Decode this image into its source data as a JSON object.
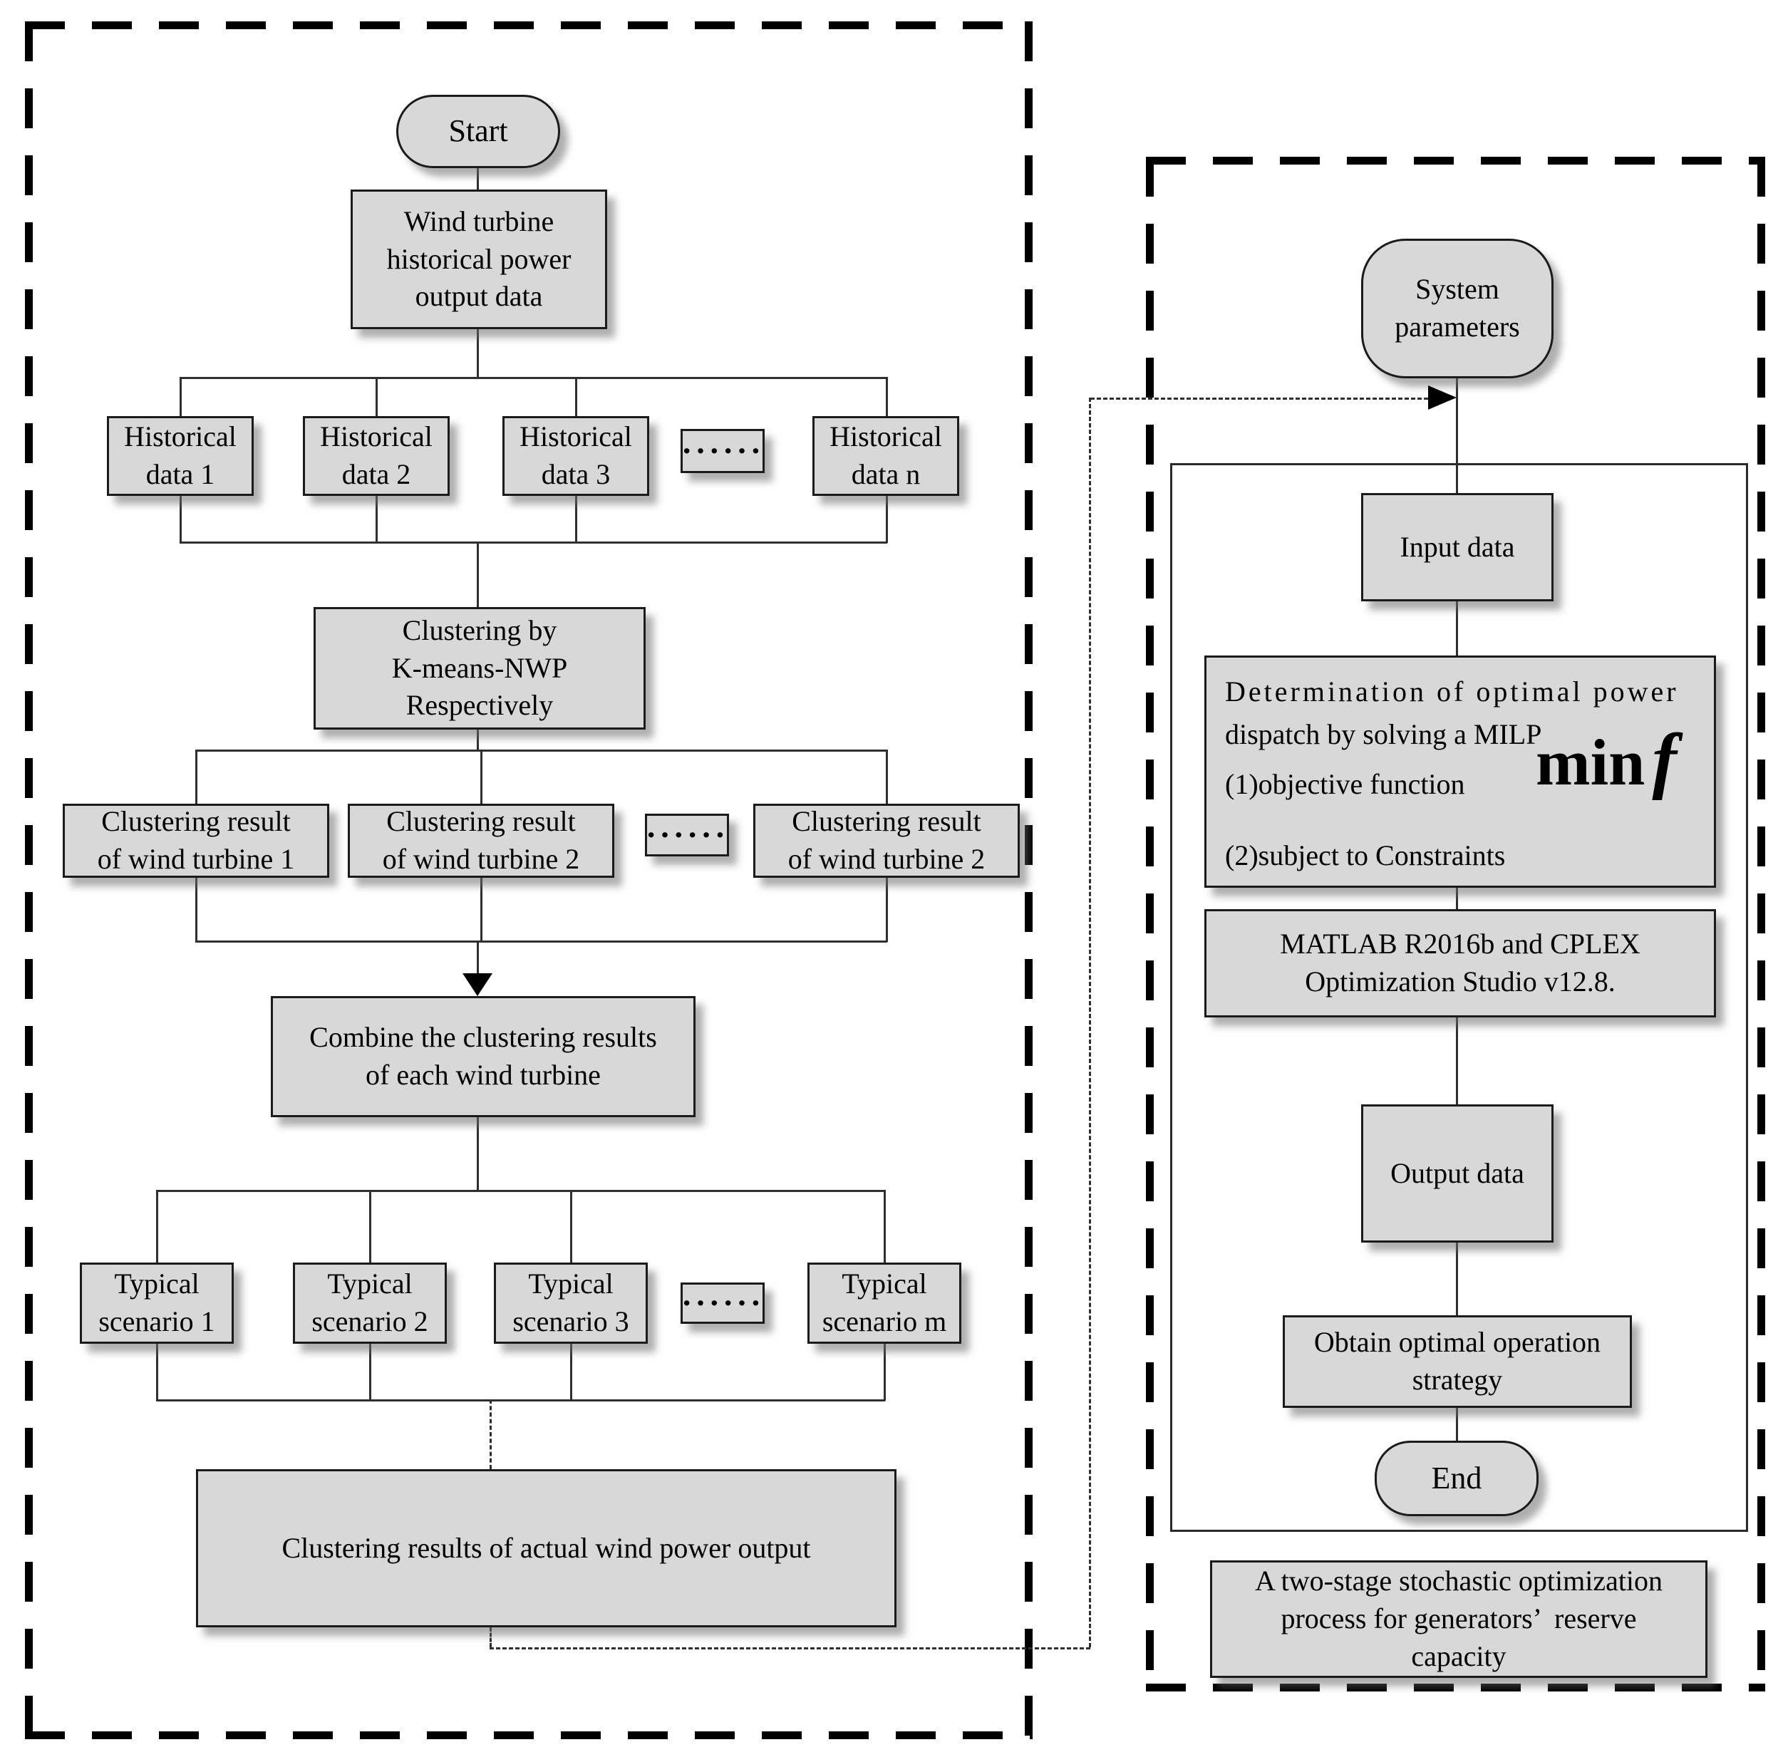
{
  "colors": {
    "node_fill": "#d8d8d8",
    "node_border": "#1b1b1b",
    "line": "#2f2f2f",
    "panel_border": "#000000"
  },
  "left_panel": {
    "start": "Start",
    "wind": [
      "Wind turbine",
      "historical power",
      "output data"
    ],
    "hist1": [
      "Historical",
      "data 1"
    ],
    "hist2": [
      "Historical",
      "data 2"
    ],
    "hist3": [
      "Historical",
      "data 3"
    ],
    "histn": [
      "Historical",
      "data n"
    ],
    "dots": "······",
    "cluster": [
      "Clustering by",
      "K-means-NWP",
      "Respectively"
    ],
    "result1": [
      "Clustering result",
      "of wind turbine 1"
    ],
    "result2": [
      "Clustering result",
      "of wind turbine 2"
    ],
    "resultn": [
      "Clustering result",
      "of wind turbine 2"
    ],
    "combine": [
      "Combine the clustering results",
      "of each wind turbine"
    ],
    "scen1": [
      "Typical",
      "scenario 1"
    ],
    "scen2": [
      "Typical",
      "scenario 2"
    ],
    "scen3": [
      "Typical",
      "scenario 3"
    ],
    "scenm": [
      "Typical",
      "scenario m"
    ],
    "bigbox": "Clustering results of actual wind power output"
  },
  "right_panel": {
    "system": [
      "System",
      "parameters"
    ],
    "input": "Input data",
    "milp": {
      "l1": "Determination of optimal power",
      "l2": "dispatch by solving a MILP",
      "l3": "(1)objective function",
      "min": "min",
      "f": "f",
      "l4": "(2)subject to Constraints"
    },
    "matlab": [
      "MATLAB R2016b and CPLEX",
      "Optimization Studio v12.8."
    ],
    "output": "Output data",
    "obtain": [
      "Obtain optimal operation",
      "strategy"
    ],
    "end": "End",
    "caption": [
      "A two-stage stochastic optimization",
      "process for generators’  reserve",
      "capacity"
    ]
  }
}
